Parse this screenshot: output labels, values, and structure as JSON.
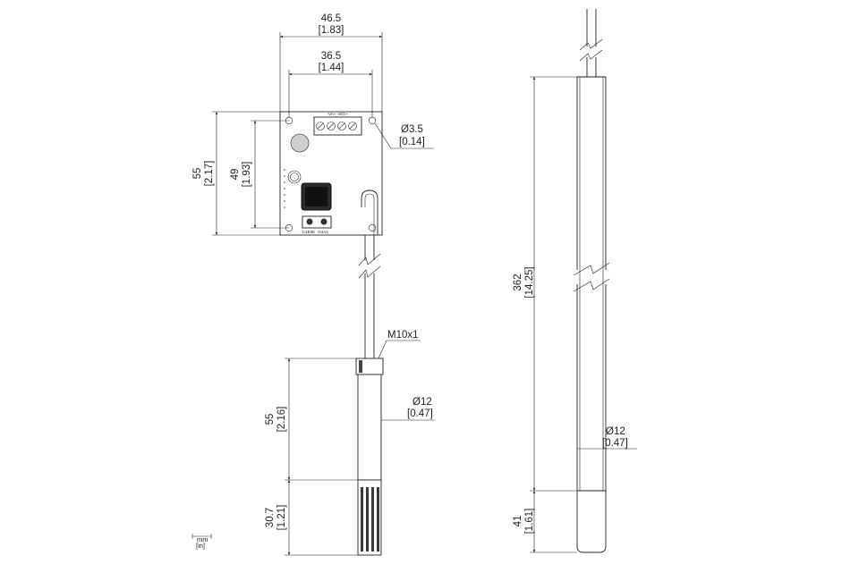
{
  "board": {
    "width": {
      "mm": "46.5",
      "in": "[1.83]"
    },
    "hole_spacing": {
      "mm": "36.5",
      "in": "[1.44]"
    },
    "hole_dia": {
      "mm": "Ø3.5",
      "in": "[0.14]"
    },
    "height": {
      "mm": "55",
      "in": "[2.17]"
    },
    "hole_vspacing": {
      "mm": "49",
      "in": "[1.93]"
    },
    "terminal_labels": {
      "top": "-VA+ -SIG+",
      "bottom_left": "C4E0E",
      "bottom_right": "G4A4"
    }
  },
  "probe": {
    "thread": "M10x1",
    "diameter": {
      "mm": "Ø12",
      "in": "[0.47]"
    },
    "length": {
      "mm": "55",
      "in": "[2.16]"
    },
    "filter": {
      "mm": "30.7",
      "in": "[1.21]"
    }
  },
  "remote_probe": {
    "length": {
      "mm": "362",
      "in": "[14.25]"
    },
    "diameter": {
      "mm": "Ø12",
      "in": "[0.47]"
    },
    "tip": {
      "mm": "41",
      "in": "[1.61]"
    }
  },
  "units": {
    "mm": "mm",
    "in": "[in]"
  }
}
